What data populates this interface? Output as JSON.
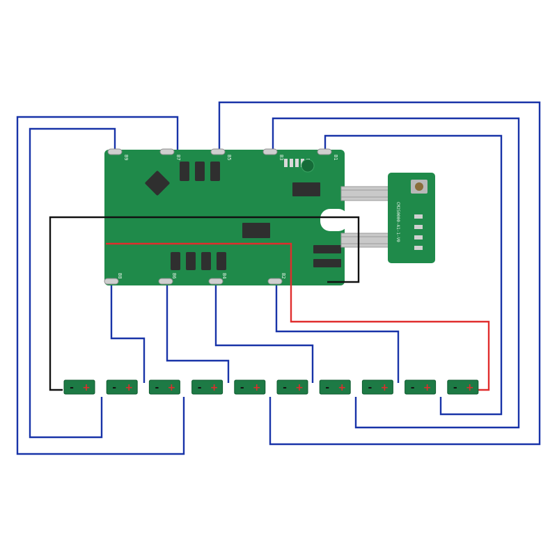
{
  "colors": {
    "pcb": "#1f8a4a",
    "pcb_dark": "#15693a",
    "wire_balance": "#1833a8",
    "wire_negative": "#111111",
    "wire_positive": "#e02d2d",
    "cell_body": "#1d7a45",
    "minus_sign": "#111111",
    "plus_sign": "#e02d2d"
  },
  "cells": {
    "count": 10,
    "minus_symbol": "-",
    "plus_symbol": "+"
  },
  "main_board": {
    "top_pads": [
      "B9",
      "B7",
      "B5",
      "B3",
      "B1"
    ],
    "bottom_pads": [
      "B8",
      "B6",
      "B4",
      "B2"
    ]
  },
  "led_board": {
    "silkscreen": "CM250000-A1-1-V0"
  }
}
